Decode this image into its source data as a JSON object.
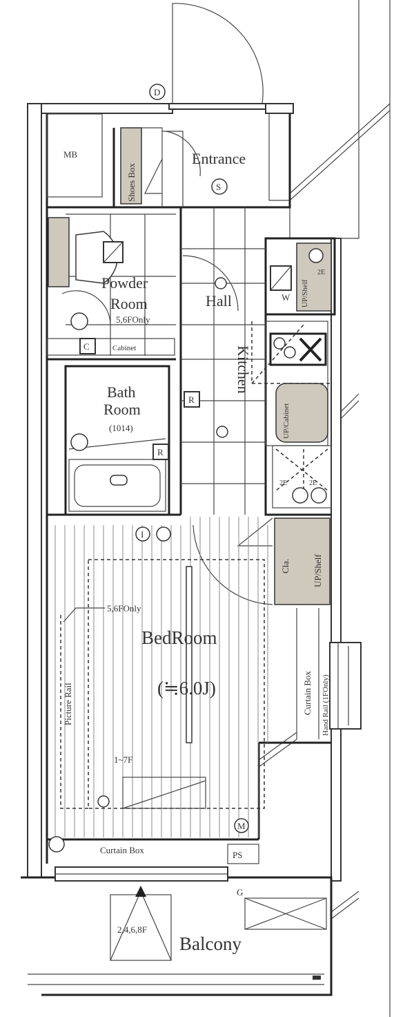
{
  "rooms": {
    "mb": "MB",
    "shoes_box": "Shoes Box",
    "entrance": "Entrance",
    "powder_room_1": "Powder",
    "powder_room_2": "Room",
    "powder_note": "5,6FOnly",
    "cabinet": "Cabinet",
    "hall": "Hall",
    "kitchen": "Kitchen",
    "up_shelf_top": "UP/Shelf",
    "up_cabinet": "UP/Cabinet",
    "bath_room_1": "Bath",
    "bath_room_2": "Room",
    "bath_size": "(1014)",
    "closet": "Cla.",
    "up_shelf_closet": "UP/Shelf",
    "bedroom": "BedRoom",
    "bedroom_size": "(≒6.0J)",
    "picture_rail_note": "5,6FOnly",
    "picture_rail": "Picture Rail",
    "curtain_box_side": "Curtain Box",
    "hand_rail": "Hand Rail (1FOnly)",
    "floors_note": "1~7F",
    "curtain_box_bottom": "Curtain Box",
    "ps": "PS",
    "balcony": "Balcony",
    "balcony_floors": "2,4,6,8F"
  },
  "symbols": {
    "d": "D",
    "s": "S",
    "c": "C",
    "w": "W",
    "r1": "R",
    "r2": "R",
    "i": "I",
    "m": "M",
    "g": "G",
    "e1": "2E",
    "e2": "2E",
    "e3": "2E"
  }
}
